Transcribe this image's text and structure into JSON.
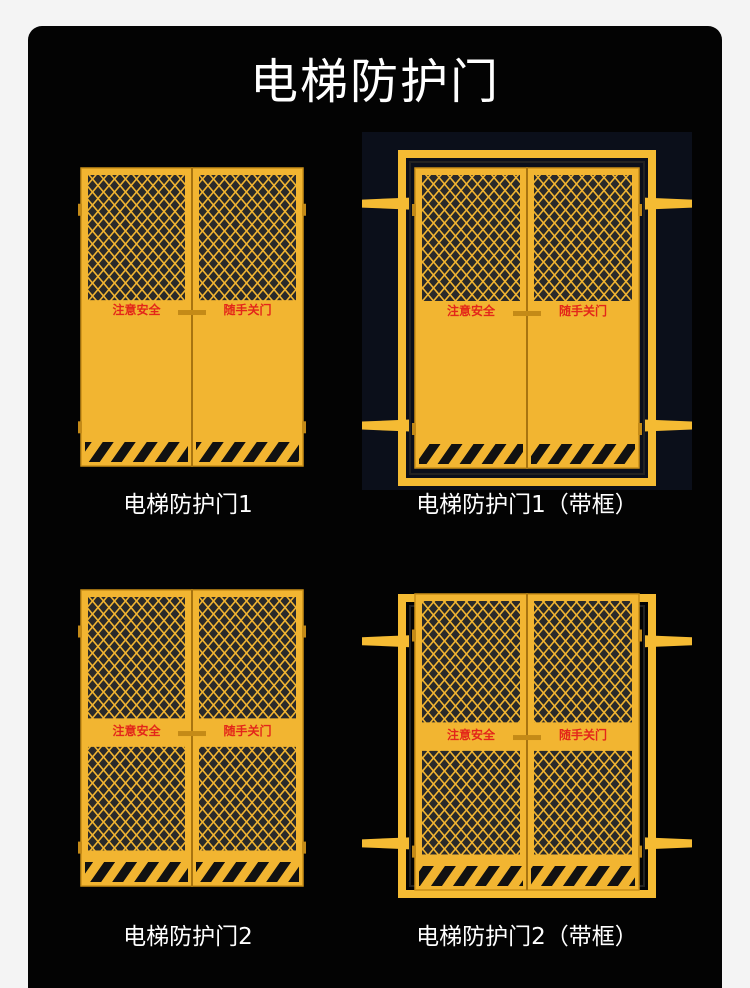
{
  "page": {
    "title": "电梯防护门"
  },
  "colors": {
    "background": "#030303",
    "door_yellow": "#f2b531",
    "frame_yellow": "#f5bb33",
    "mesh_dark": "#2a2a2a",
    "warning_text": "#e3261a",
    "stripe_black": "#111111"
  },
  "products": [
    {
      "caption": "电梯防护门1",
      "variant": "half-mesh",
      "framed": false,
      "warning_left": "注意安全",
      "warning_right": "随手关门"
    },
    {
      "caption": "电梯防护门1（带框）",
      "variant": "half-mesh",
      "framed": true,
      "warning_left": "注意安全",
      "warning_right": "随手关门"
    },
    {
      "caption": "电梯防护门2",
      "variant": "full-mesh",
      "framed": false,
      "warning_left": "注意安全",
      "warning_right": "随手关门"
    },
    {
      "caption": "电梯防护门2（带框）",
      "variant": "full-mesh",
      "framed": true,
      "warning_left": "注意安全",
      "warning_right": "随手关门"
    }
  ]
}
